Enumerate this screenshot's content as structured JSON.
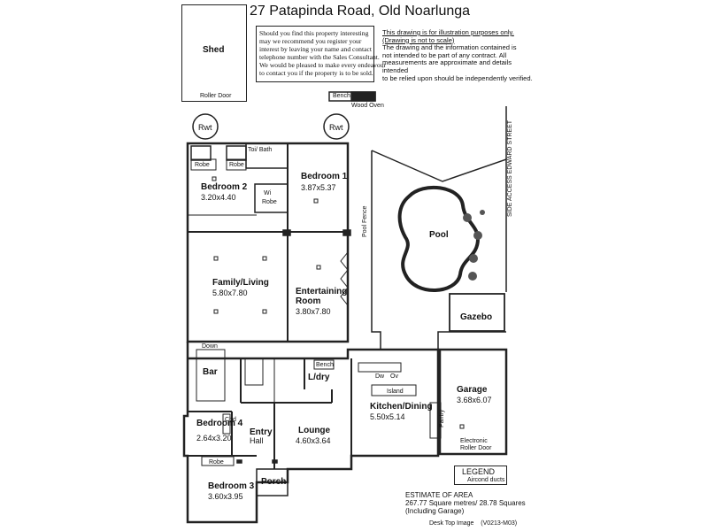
{
  "header": {
    "title": "27 Patapinda Road,  Old Noarlunga"
  },
  "notice_box": {
    "lines": [
      "Should you find this property interesting",
      "may we recommend you register your",
      "interest by leaving your name and contact",
      "telephone number with the Sales Consultant.",
      "We would be pleased to make every endeavour",
      "to contact you if the property is to be sold."
    ]
  },
  "disclaimer": {
    "line1": "This drawing is for illustration purposes only.",
    "line2": "(Drawing is not to scale)",
    "lines": [
      "The drawing and the information contained is",
      "not intended to be part of any contract.  All",
      "measurements are approximate and details intended",
      "to be relied upon should be independently verified."
    ]
  },
  "labels": {
    "shed": "Shed",
    "roller_door": "Roller Door",
    "bench_top": "Bench",
    "wood_oven": "Wood Oven",
    "rwt_left": "Rwt",
    "rwt_right": "Rwt",
    "robe_1": "Robe",
    "robe_2": "Robe",
    "robe_3": "Robe",
    "wi_robe_1": "Wi",
    "wi_robe_2": "Robe",
    "toilet_bath": "Toi/ Bath",
    "side_access": "SIDE ACCESS EDWARD STREET",
    "pool": "Pool",
    "pool_fence": "Pool Fence",
    "gazebo": "Gazebo",
    "down": "Down",
    "bar": "Bar",
    "bench_ldry": "Bench",
    "ldry": "L/dry",
    "dw": "Dw",
    "ov": "Ov",
    "island": "Island",
    "pantry": "Pantry",
    "cbd": "Cbd",
    "electronic_1": "Electronic",
    "electronic_2": "Roller Door",
    "porch": "Porch"
  },
  "rooms": {
    "bedroom1": {
      "name": "Bedroom 1",
      "size": "3.87x5.37"
    },
    "bedroom2": {
      "name": "Bedroom 2",
      "size": "3.20x4.40"
    },
    "family": {
      "name": "Family/Living",
      "size": "5.80x7.80"
    },
    "entertaining": {
      "name1": "Entertaining",
      "name2": "Room",
      "size": "3.80x7.80"
    },
    "garage": {
      "name": "Garage",
      "size": "3.68x6.07"
    },
    "kitchen": {
      "name": "Kitchen/Dining",
      "size": "5.50x5.14"
    },
    "bedroom4": {
      "name": "Bedroom 4",
      "size": "2.64x3.20"
    },
    "entry": {
      "name1": "Entry",
      "name2": "Hall"
    },
    "lounge": {
      "name": "Lounge",
      "size": "4.60x3.64"
    },
    "bedroom3": {
      "name": "Bedroom 3",
      "size": "3.60x3.95"
    }
  },
  "legend": {
    "title": "LEGEND",
    "item": "Aircond ducts"
  },
  "area": {
    "line1": "ESTIMATE OF AREA",
    "line2": "267.77  Square metres/ 28.78 Squares",
    "line3": "(Including Garage)"
  },
  "footer": {
    "left": "Desk Top Image",
    "right": "(V0213-M03)"
  }
}
